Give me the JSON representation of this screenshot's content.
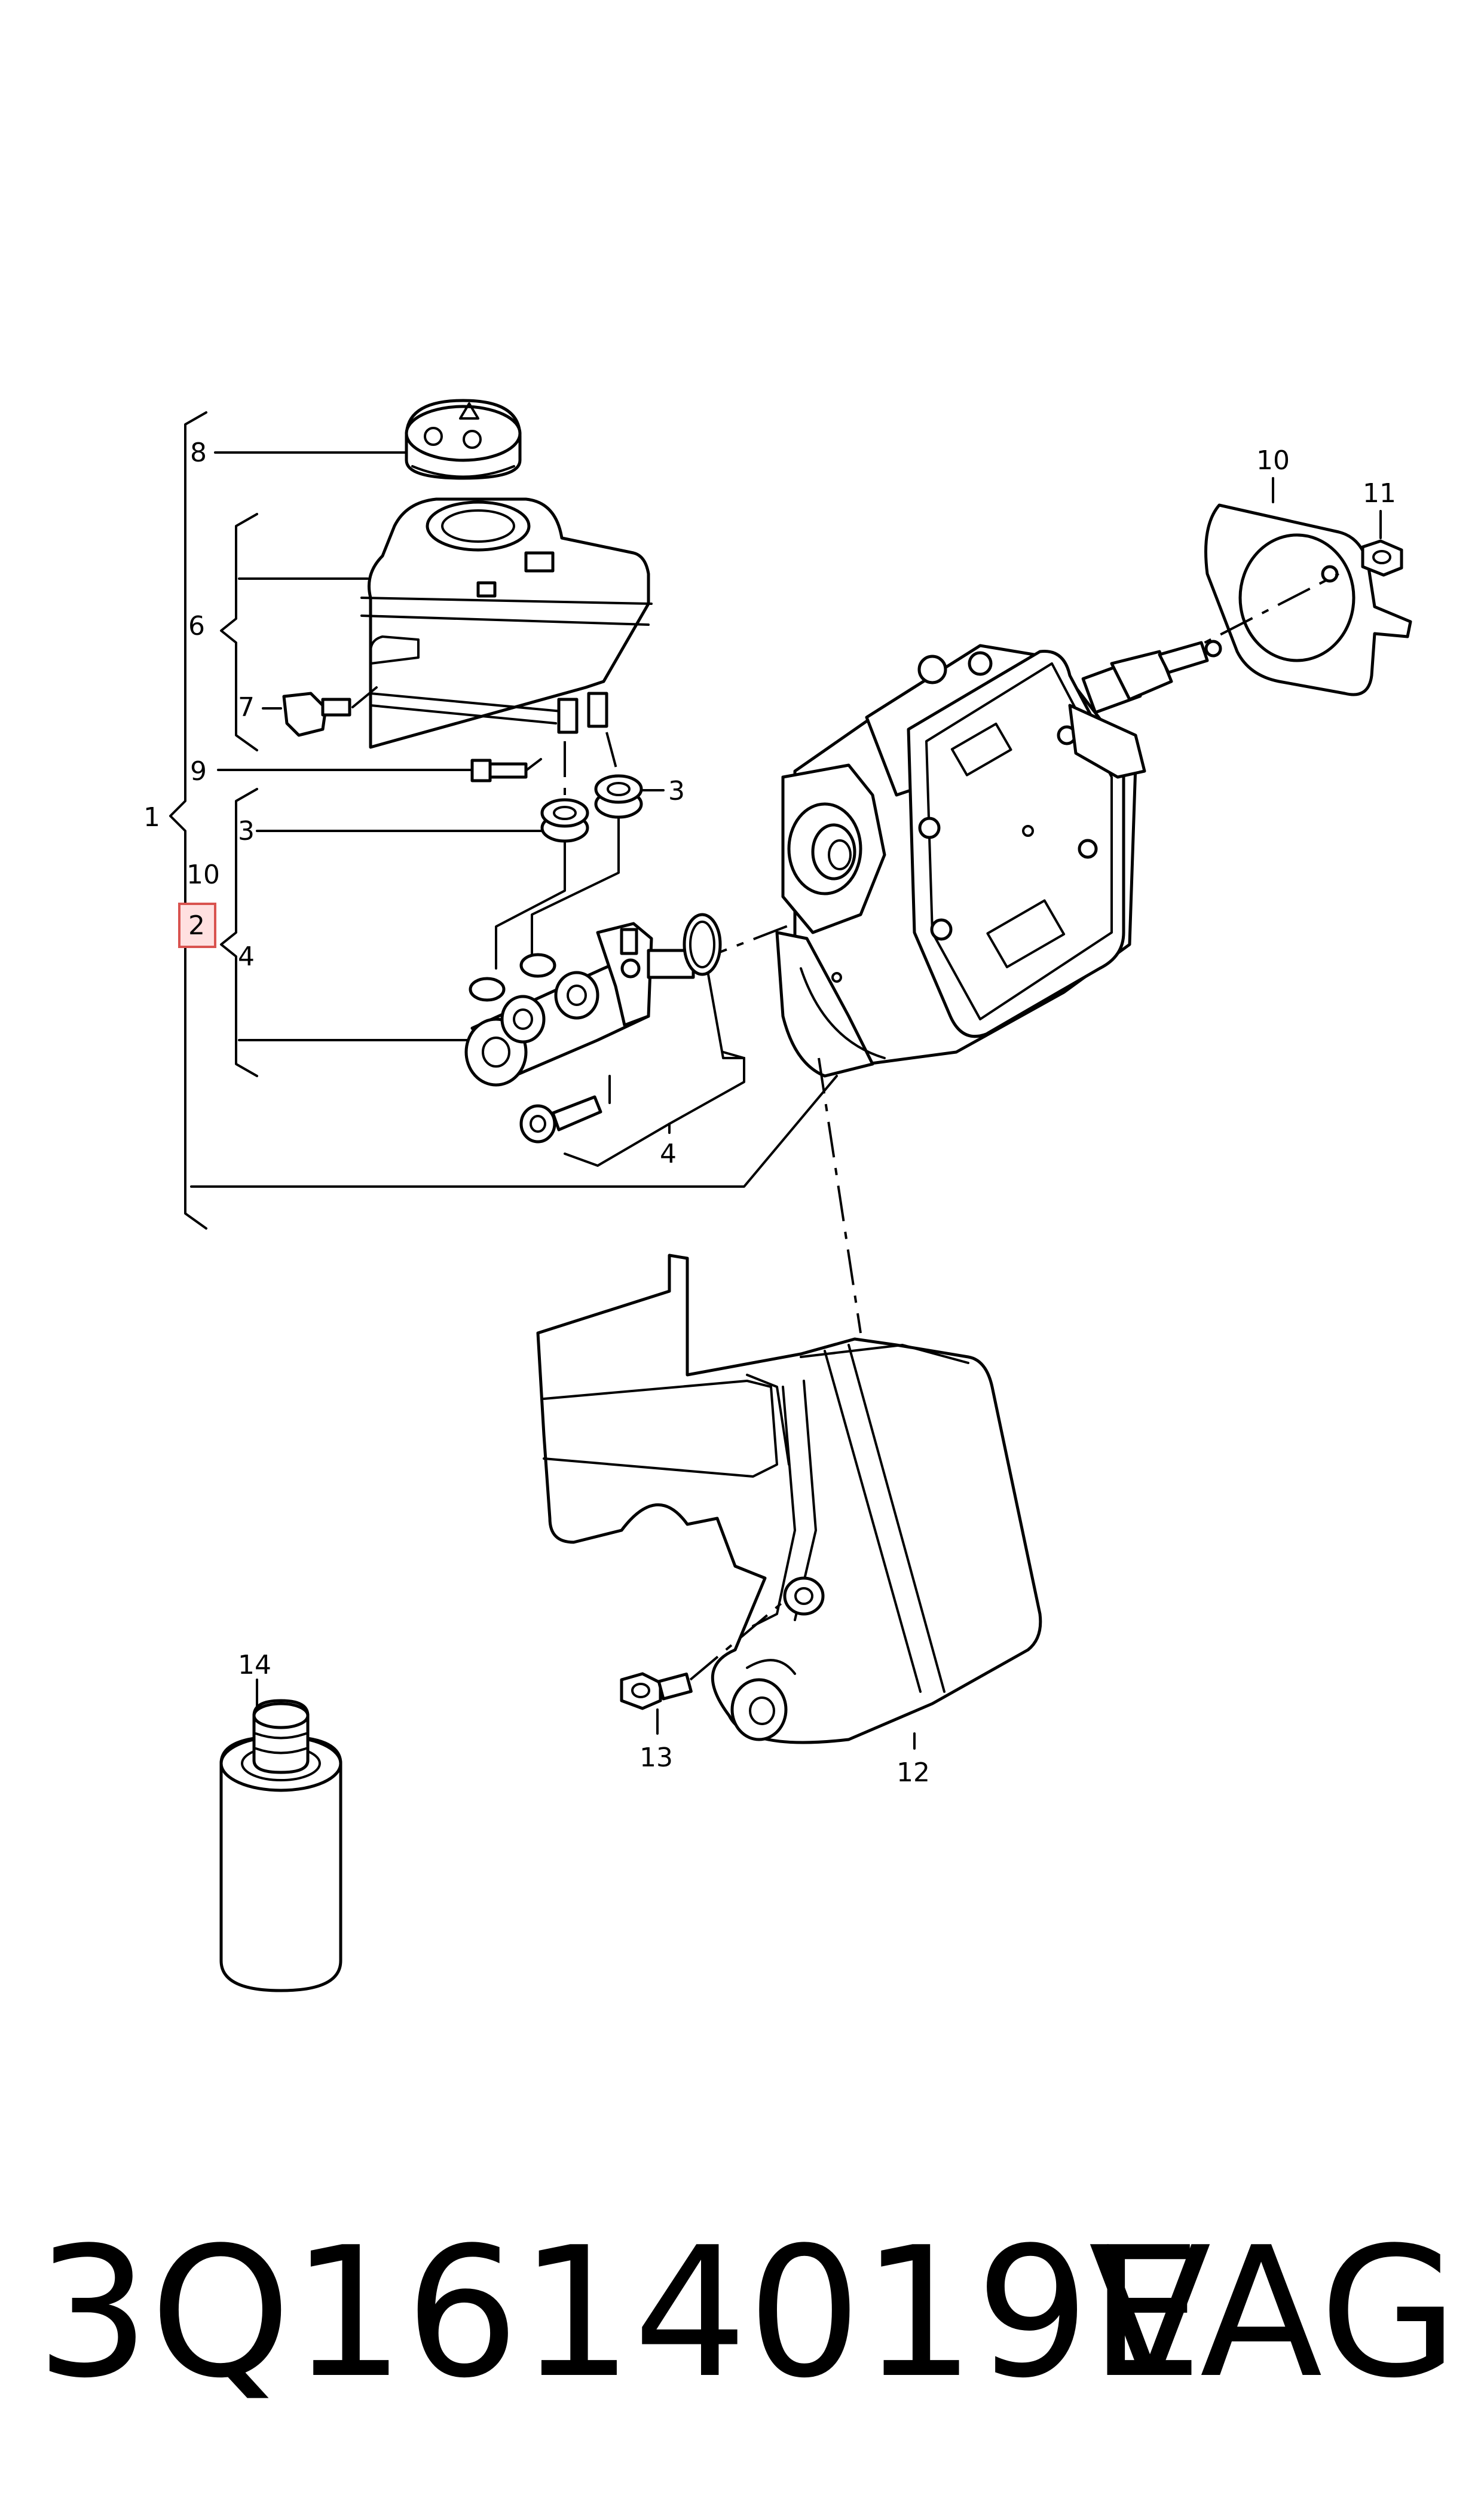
{
  "diagram": {
    "callouts": {
      "c1": "1",
      "c2": "2",
      "c3a": "3",
      "c3b": "3",
      "c4a": "4",
      "c4b": "4",
      "c6": "6",
      "c7": "7",
      "c8": "8",
      "c9": "9",
      "c10a": "10",
      "c10b": "10",
      "c11": "11",
      "c12": "12",
      "c13": "13",
      "c14": "14"
    },
    "highlight_color": "#d9534f"
  },
  "footer": {
    "part_number": "3Q1614019E",
    "brand": "VAG"
  }
}
